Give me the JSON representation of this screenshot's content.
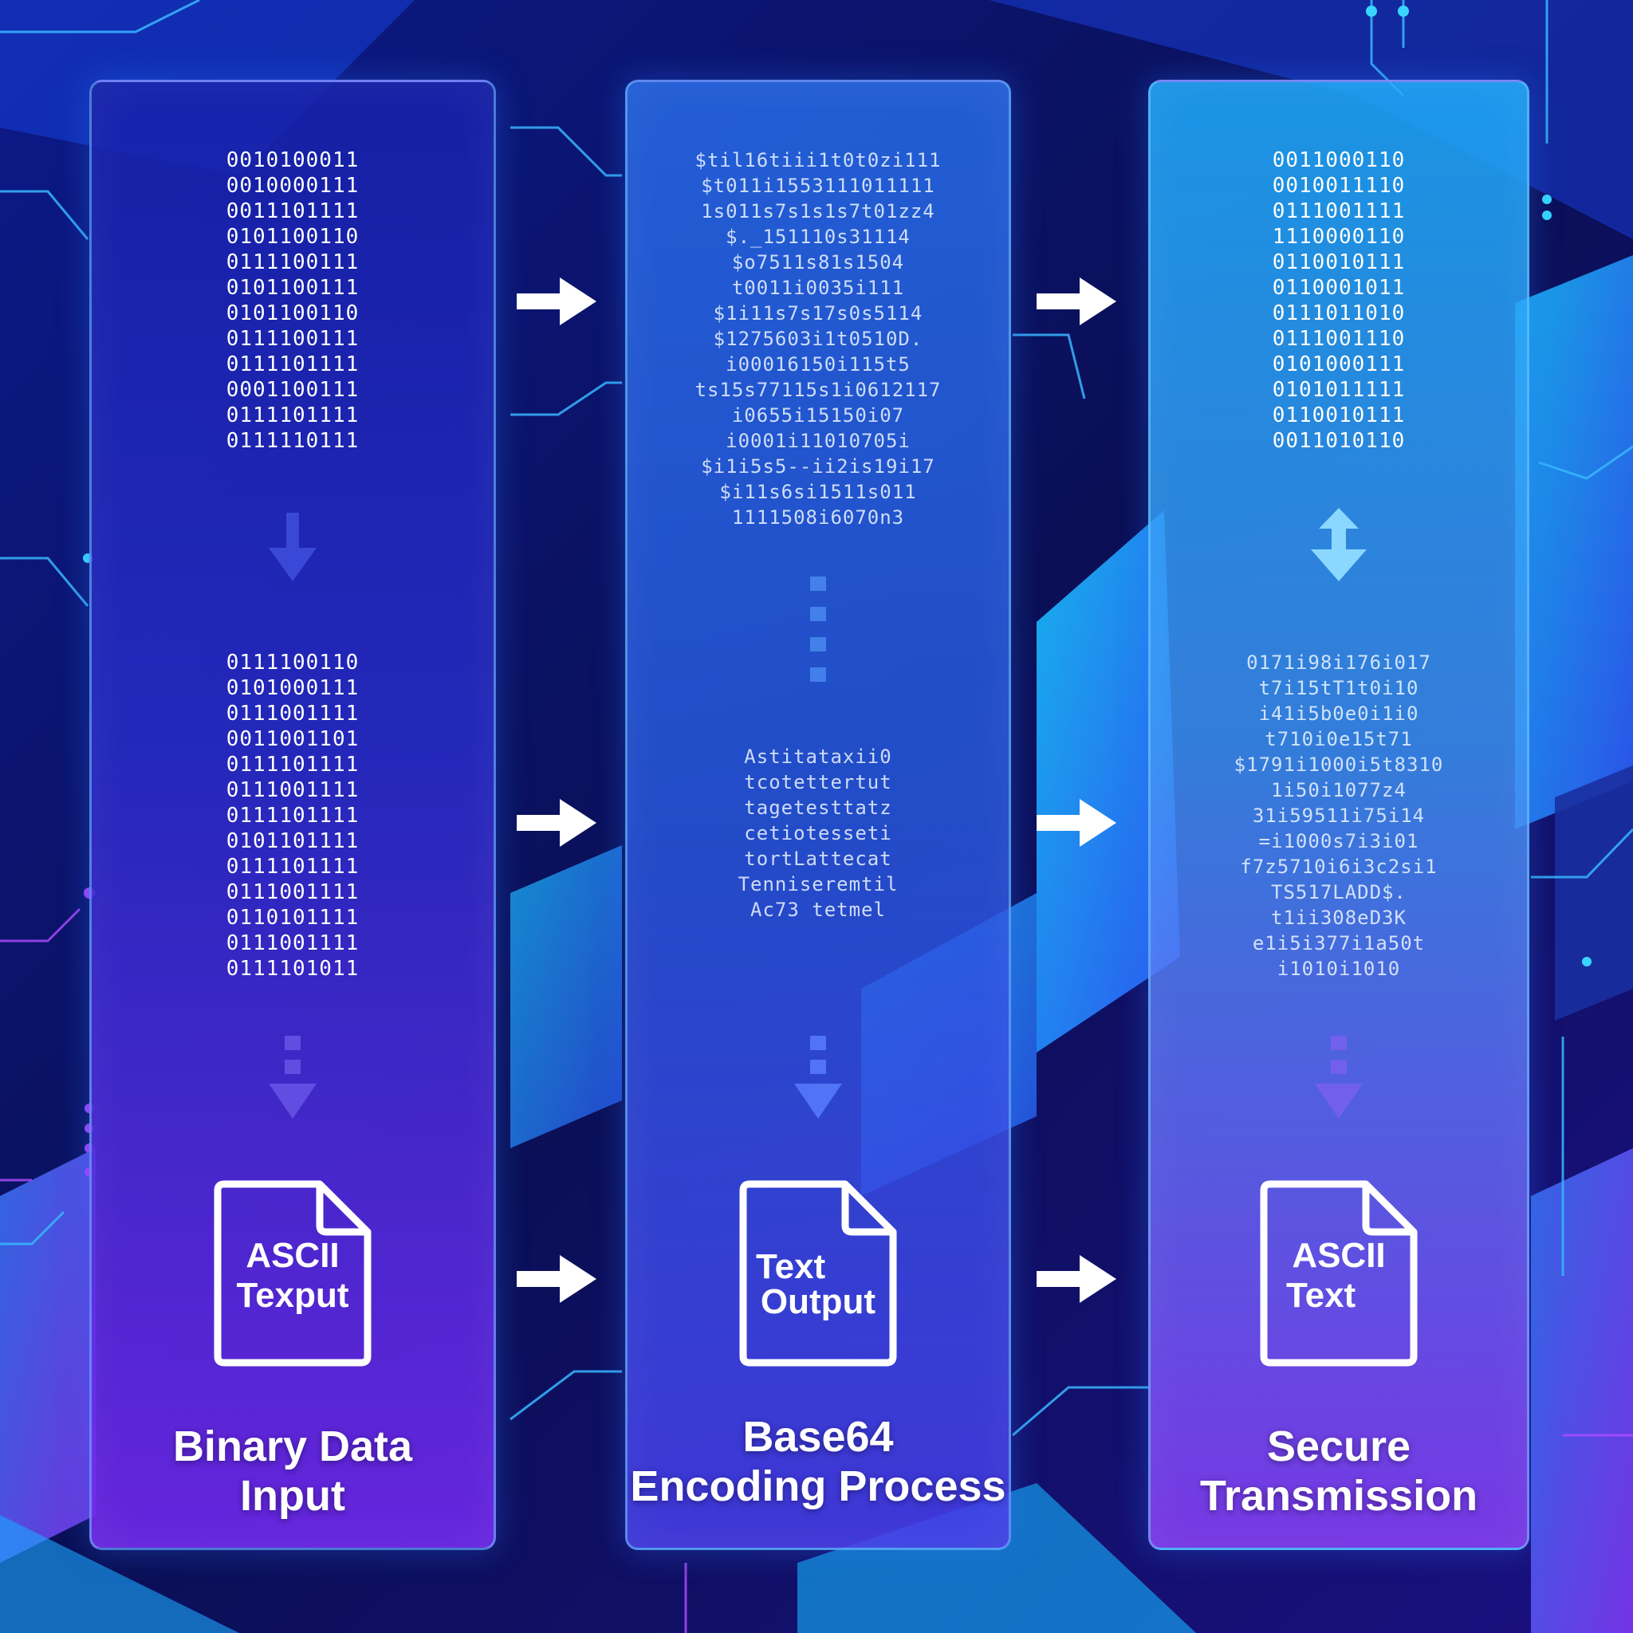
{
  "colors": {
    "background": "#0a1060",
    "circuit_line": "#38b6ff",
    "accent_purple": "#8a3cff",
    "text": "#ffffff"
  },
  "panels": [
    {
      "id": "binary-input",
      "title_line1": "Binary Data",
      "title_line2": "Input",
      "top_code": [
        "0010100011",
        "0010000111",
        "0011101111",
        "0101100110",
        "0111100111",
        "0101100111",
        "0101100110",
        "0111100111",
        "0111101111",
        "0001100111",
        "0111101111",
        "0111110111"
      ],
      "mid_code": [
        "0111100110",
        "0101000111",
        "0111001111",
        "0011001101",
        "0111101111",
        "0111001111",
        "0111101111",
        "0101101111",
        "0111101111",
        "0111001111",
        "0110101111",
        "0111001111",
        "0111101011"
      ],
      "file_line1": "ASCII",
      "file_line2": "Texput"
    },
    {
      "id": "base64-encoding",
      "title_line1": "Base64",
      "title_line2": "Encoding Process",
      "top_code": [
        "$til16tiii1t0t0zi111",
        "$t011i1553111011111",
        "1s011s7s1s1s7t01zz4",
        "$._151110s31114",
        "$o7511s81s1504",
        "t0011i0035i111",
        "$1i11s7s17s0s5114",
        "$1275603i1t0510D.",
        "i00016150i115t5",
        "ts15s77115s1i0612117",
        "i0655i15150i07",
        "i0001i11010705i",
        "$i1i5s5--ii2is19i17",
        "$i11s6si1511s011",
        "1111508i6070n3"
      ],
      "mid_code": [
        "Astitataxii0",
        "tcotettertut",
        "tagetesttatz",
        "cetiotesseti",
        "tortLattecat",
        "Tenniseremtil",
        "Ac73 tetmel"
      ],
      "file_line1": "Text",
      "file_line2": "Output"
    },
    {
      "id": "secure-transmission",
      "title_line1": "Secure",
      "title_line2": "Transmission",
      "top_code": [
        "0011000110",
        "0010011110",
        "0111001111",
        "1110000110",
        "0110010111",
        "0110001011",
        "0111011010",
        "0111001110",
        "0101000111",
        "0101011111",
        "0110010111",
        "0011010110"
      ],
      "mid_code": [
        "0171i98i176i017",
        "t7i15tT1t0i10",
        "i41i5b0e0i1i0",
        "t710i0e15t71",
        "$1791i1000i5t8310",
        "1i50i1077z4",
        "31i59511i75i14",
        "=i1000s7i3i01",
        "f7z5710i6i3c2si1",
        "TS517LADD$.",
        "t1ii308eD3K",
        "e1i5i377i1a50t",
        "i1010i1010"
      ],
      "file_line1": "ASCII",
      "file_line2": "Text"
    }
  ]
}
